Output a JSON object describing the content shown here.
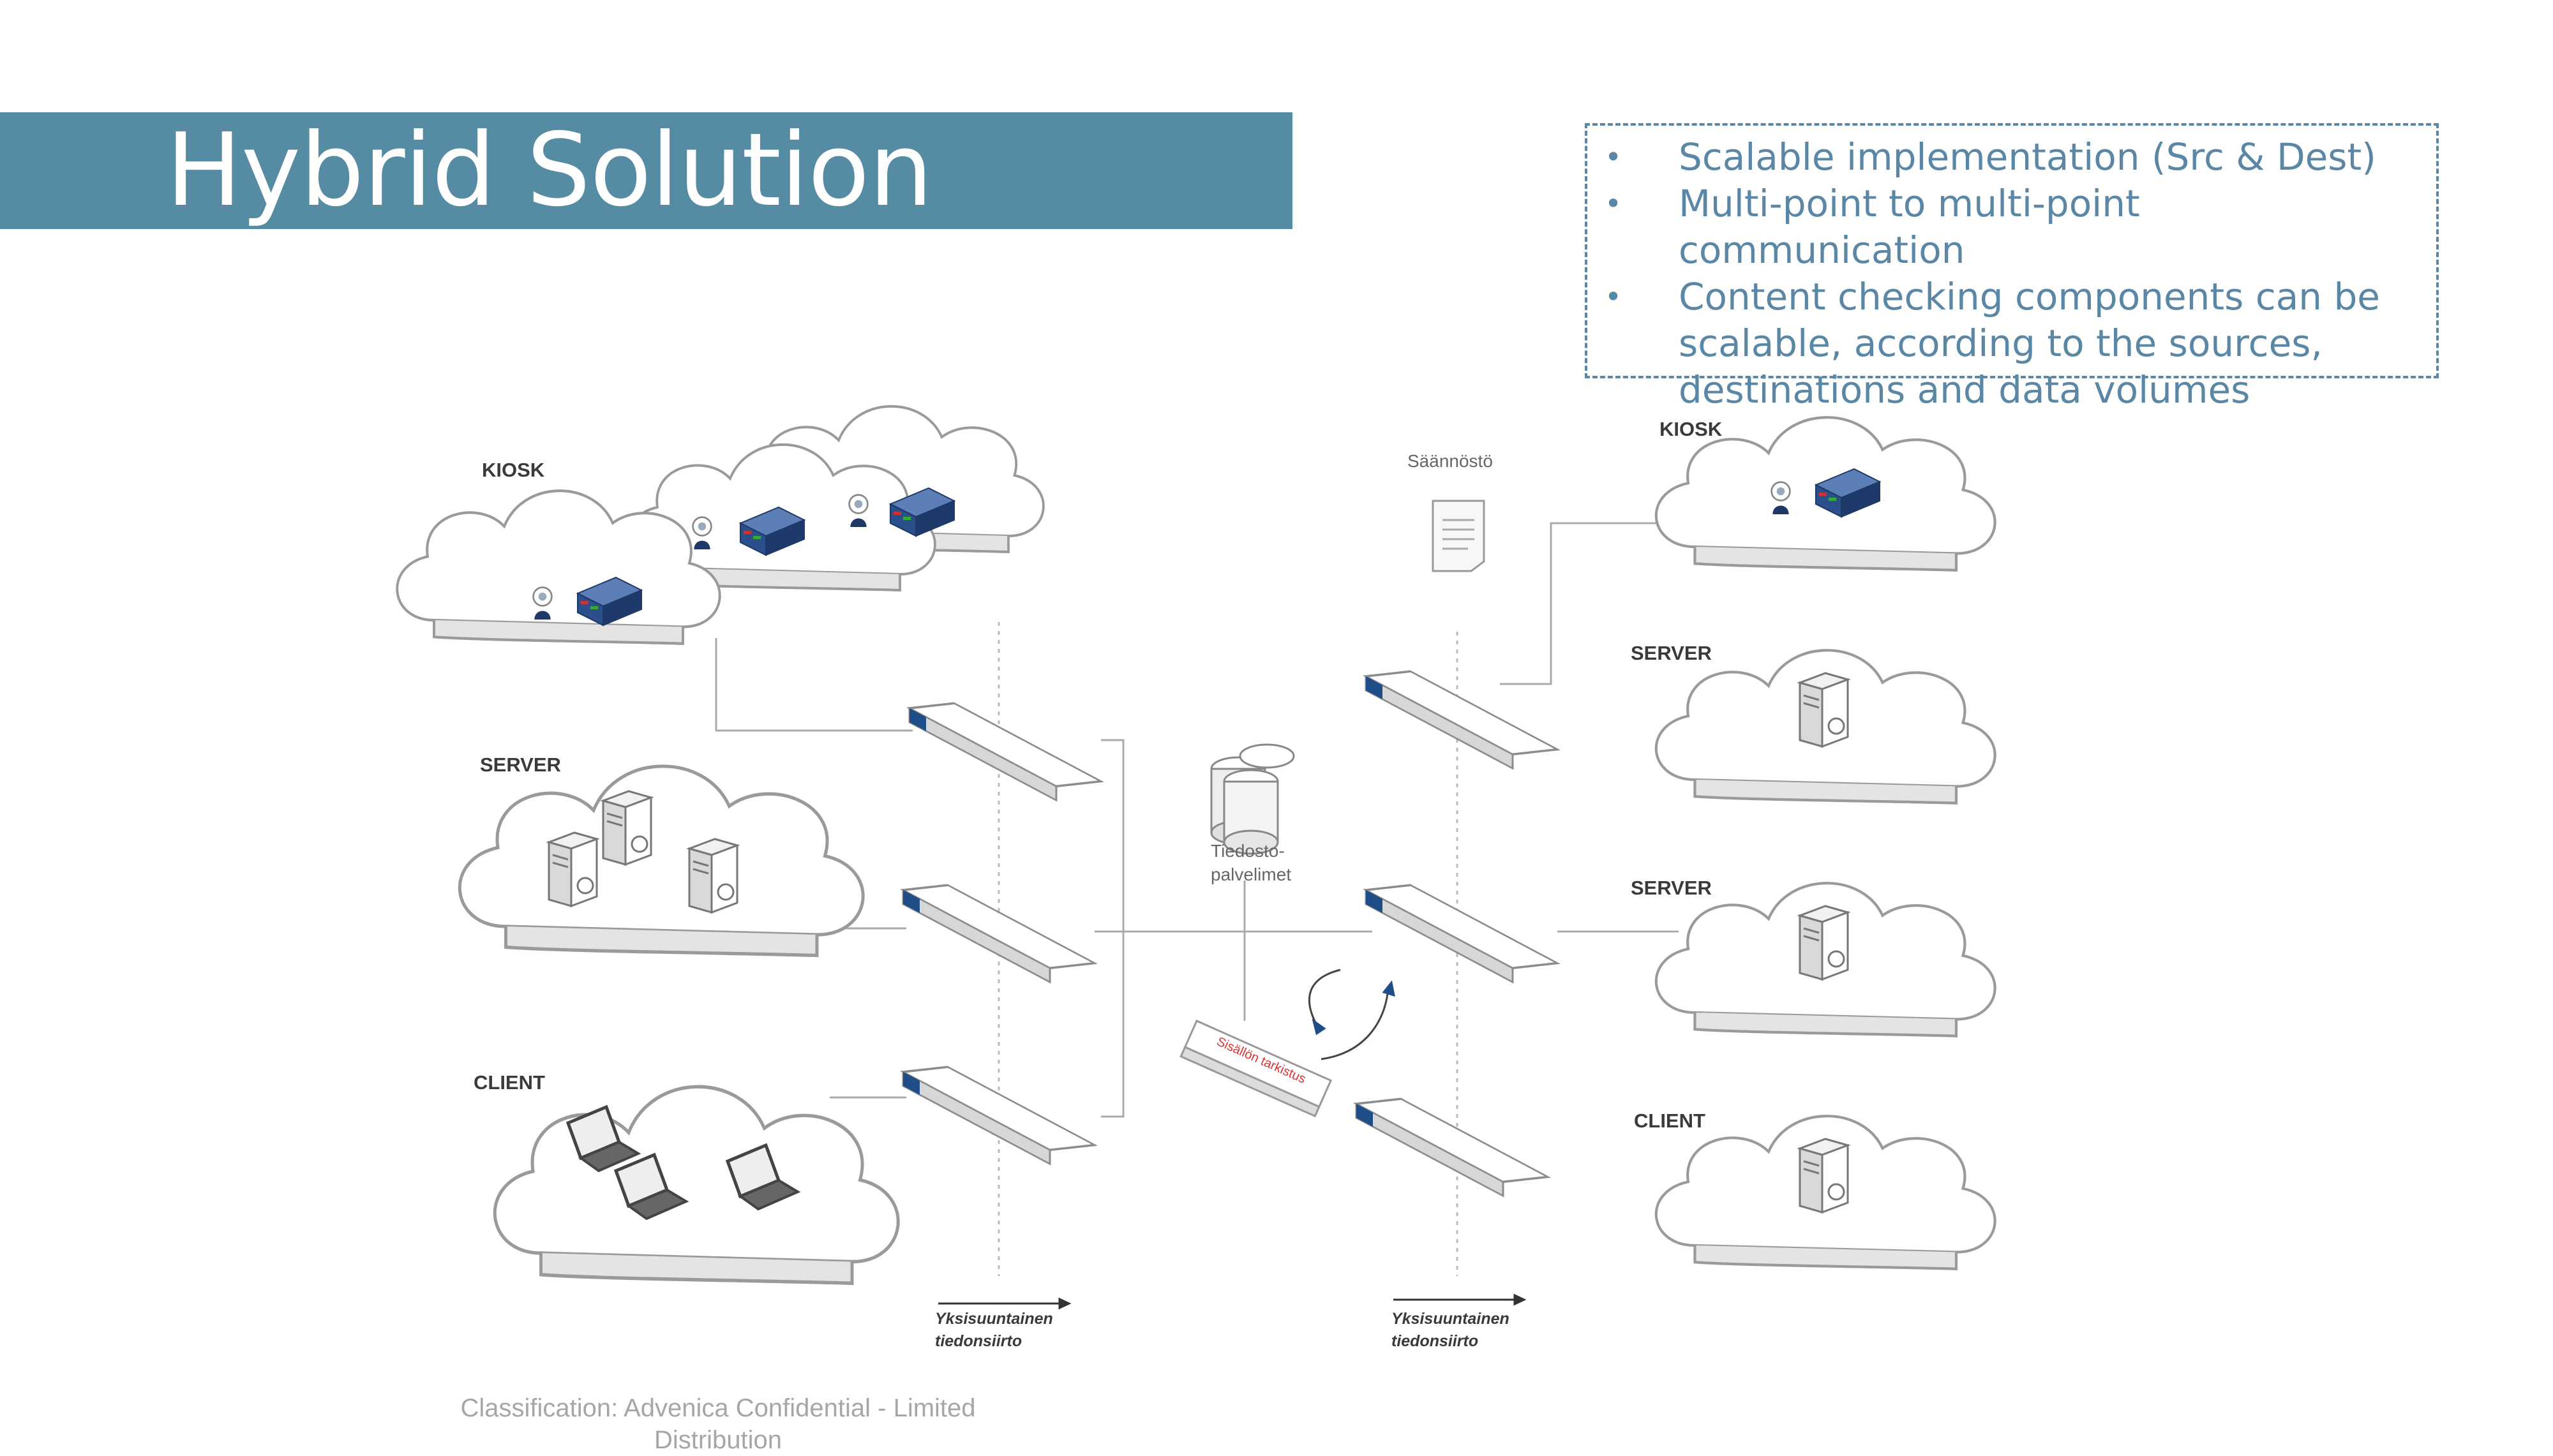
{
  "title": "Hybrid Solution",
  "bullets": [
    "Scalable implementation (Src & Dest)",
    "Multi-point to multi-point communication",
    "Content checking components can be scalable, according to the sources, destinations and data volumes"
  ],
  "diagram": {
    "left_labels": {
      "kiosk": "KIOSK",
      "server": "SERVER",
      "client": "CLIENT"
    },
    "right_labels": {
      "kiosk": "KIOSK",
      "server1": "SERVER",
      "server2": "SERVER",
      "client": "CLIENT"
    },
    "policy_label": "Säännöstö",
    "file_servers_label_1": "Tiedosto-",
    "file_servers_label_2": "palvelimet",
    "content_check_label": "Sisällön tarkistus",
    "oneway_left_1": "Yksisuuntainen",
    "oneway_left_2": "tiedonsiirto",
    "oneway_right_1": "Yksisuuntainen",
    "oneway_right_2": "tiedonsiirto"
  },
  "footer": {
    "line1": "Classification: Advenica Confidential - Limited",
    "line2": "Distribution"
  },
  "colors": {
    "title_bar": "#568ba4",
    "text_blue": "#5b87a6",
    "footer_gray": "#a6a6a6"
  }
}
